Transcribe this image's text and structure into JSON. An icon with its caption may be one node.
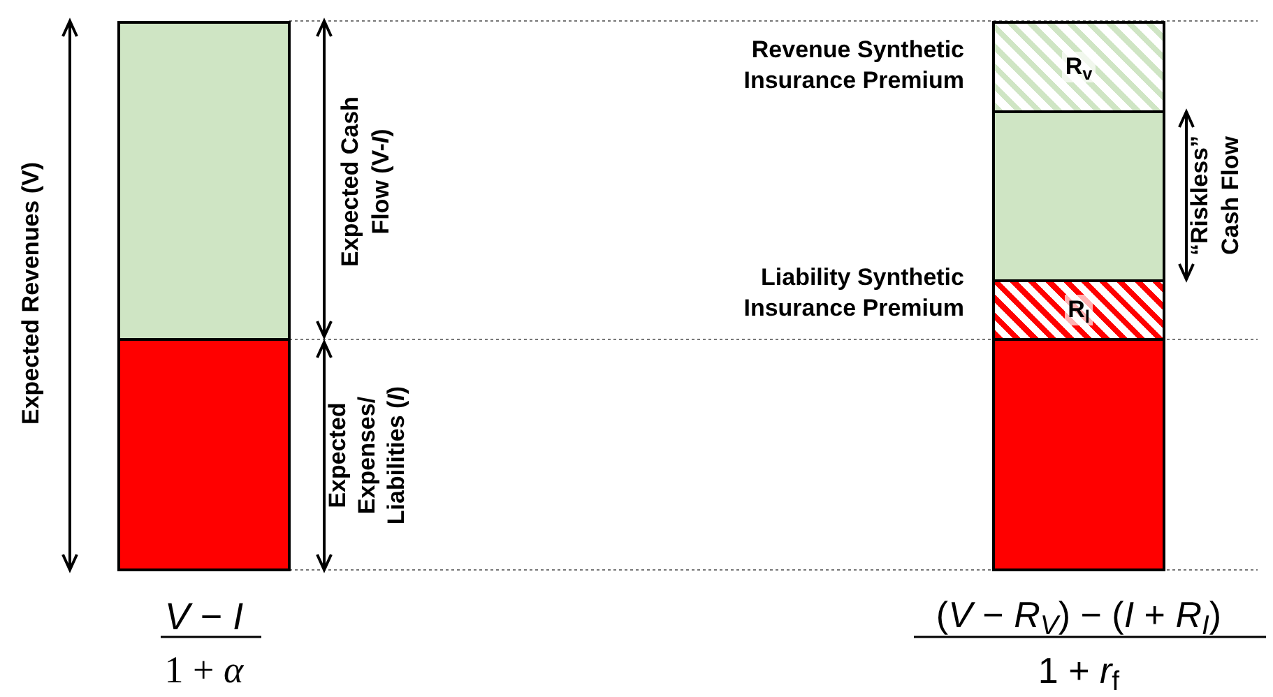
{
  "diagram": {
    "nodes": [
      {
        "text": [],
        "shape": "box"
      },
      {
        "text": [],
        "shape": "box"
      },
      {
        "text": [
          "R$_{v}$"
        ]
      },
      {
        "text": [],
        "shape": "box"
      },
      {
        "text": [
          "R$_{l}$"
        ]
      },
      {
        "text": [],
        "shape": "box"
      }
    ],
    "labels": [
      "Expected Revenues (V)",
      "Expected Cash Flow (V-*I*)",
      "Expected Expenses/ Liabilities (*I*)",
      "Revenue Synthetic Insurance Premium",
      "Liability Synthetic Insurance Premium",
      "“Riskless” Cash Flow",
      "*V* − *I*",
      "1 + *α*",
      "(*V* − *R*$_{V}$) − (*I* + *R*$_{I}$)",
      "1 + *r*$_{f}$"
    ]
  }
}
